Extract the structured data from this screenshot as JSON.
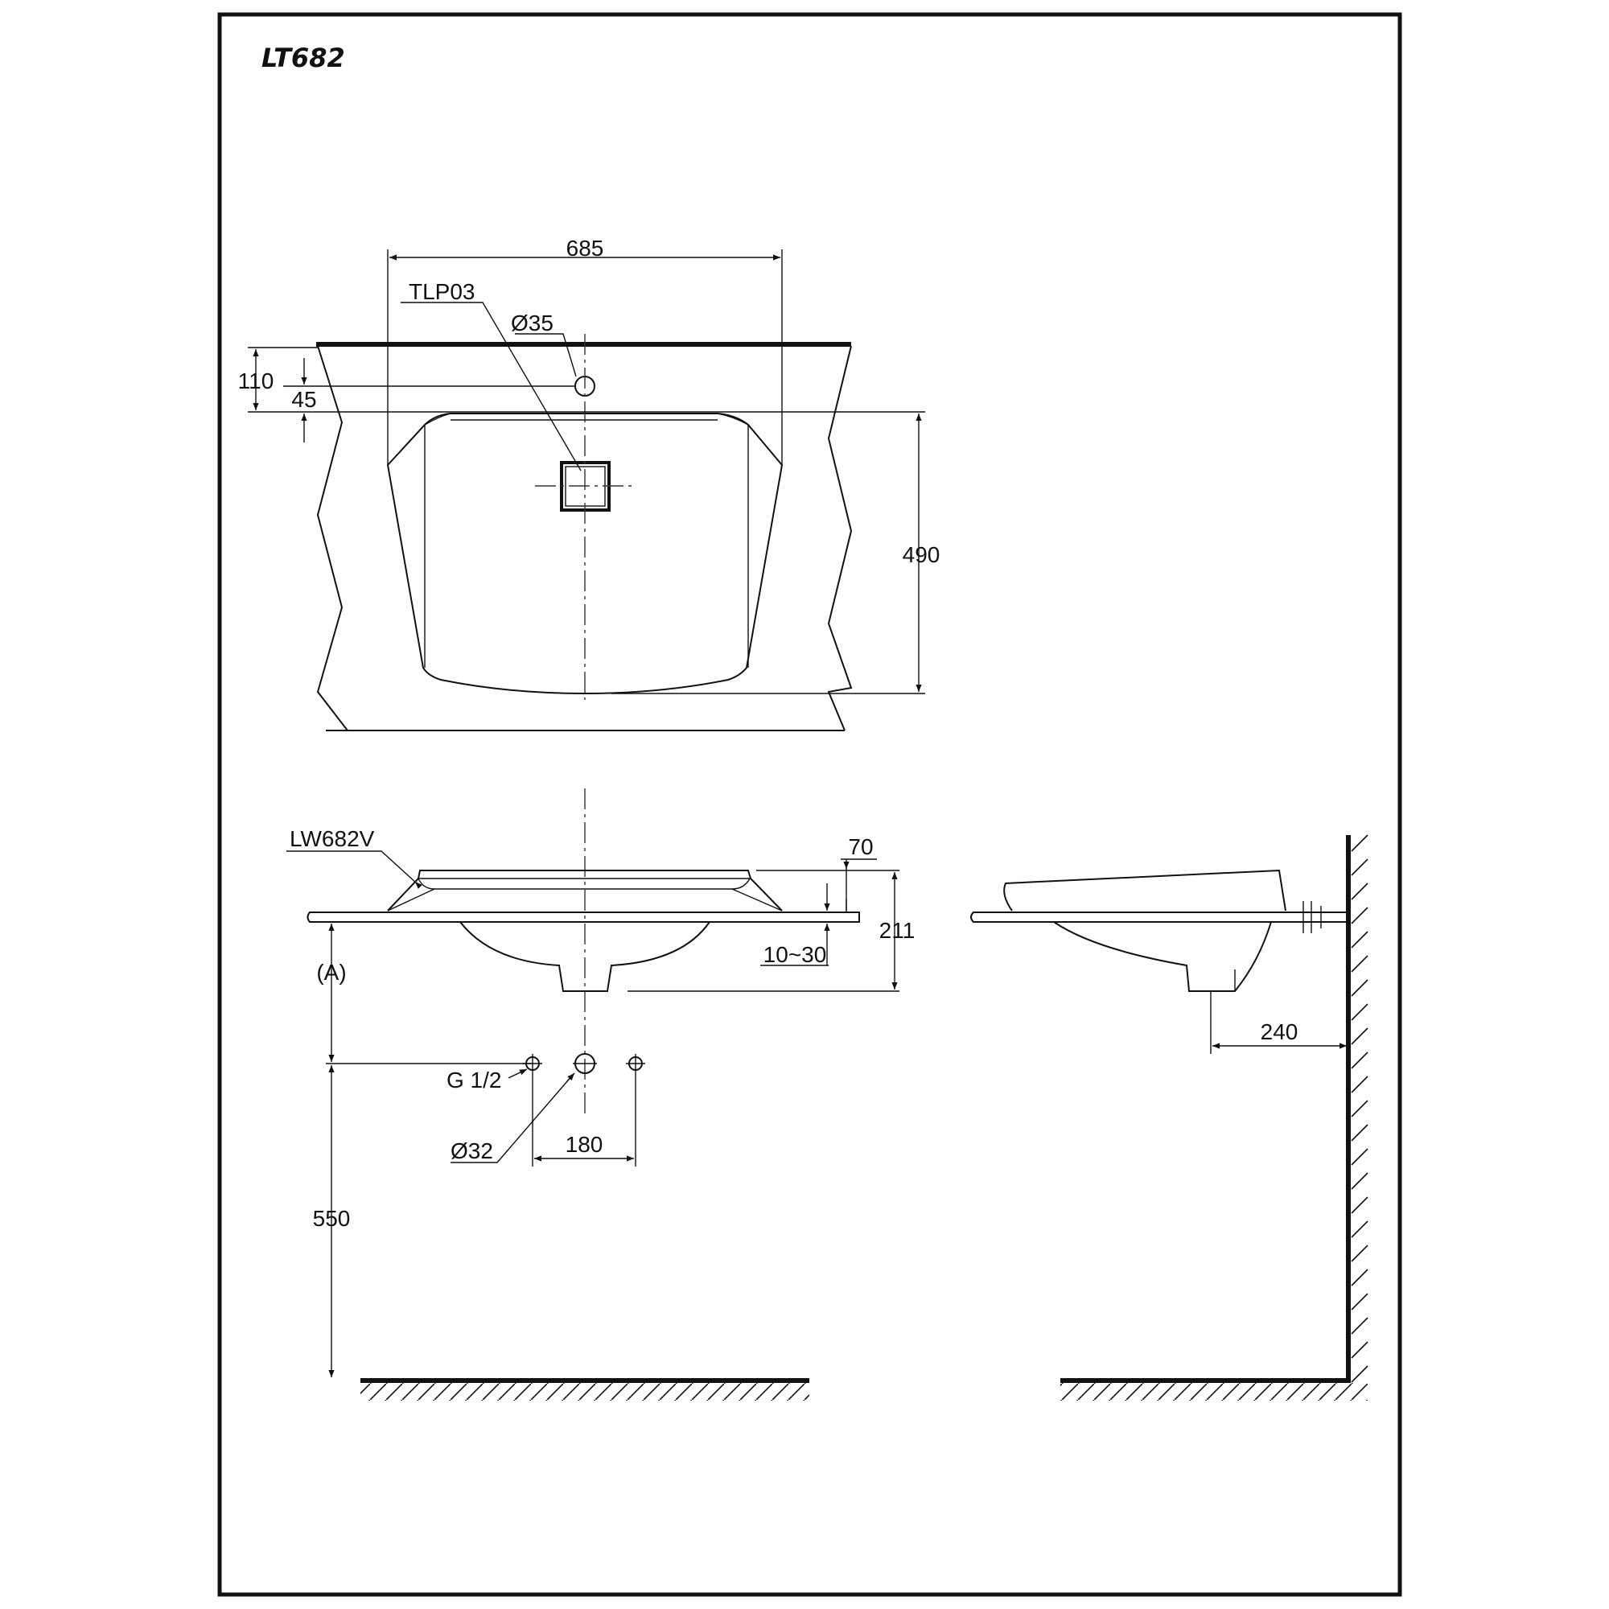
{
  "title": "LT682",
  "labels": {
    "tap_hole_model": "TLP03",
    "tap_hole_dia": "Ø35",
    "basin_model": "LW682V",
    "thread": "G 1/2",
    "drain_dia": "Ø32",
    "ref_a": "(A)"
  },
  "dimensions": {
    "width": "685",
    "tap_edge": "110",
    "tap_offset": "45",
    "depth": "490",
    "rim_height": "70",
    "counter_thickness": "10~30",
    "total_height": "211",
    "drain_height": "550",
    "supply_spacing": "180",
    "wall_distance": "240"
  }
}
